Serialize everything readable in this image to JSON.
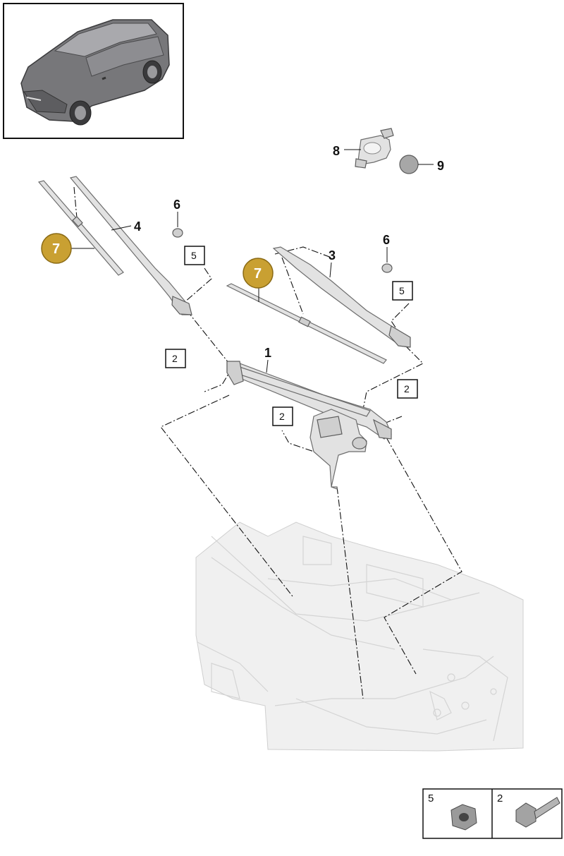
{
  "callouts": {
    "n1": "1",
    "n3": "3",
    "n4": "4",
    "n6a": "6",
    "n6b": "6",
    "n8": "8",
    "n9": "9"
  },
  "boxed_callouts": {
    "b2a": "2",
    "b2b": "2",
    "b2c": "2",
    "b5a": "5",
    "b5b": "5"
  },
  "badges": {
    "left": "7",
    "center": "7"
  },
  "legend": {
    "cell_left": "5",
    "cell_right": "2"
  },
  "colors": {
    "badge_fill": "#c9a032",
    "part_fill": "#e2e2e2",
    "car_body": "#6e6e70"
  },
  "icons": {
    "vehicle_thumbnail": "suv-rear-3-4-view",
    "legend_left": "hex-nut-with-washer",
    "legend_right": "hex-bolt"
  }
}
